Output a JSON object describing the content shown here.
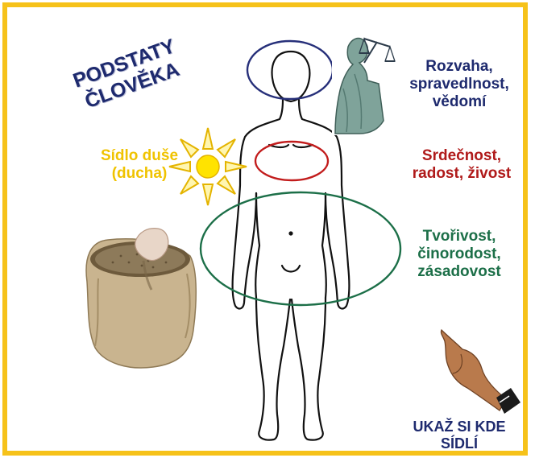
{
  "title": {
    "line1": "PODSTATY",
    "line2": "ČLOVĚKA"
  },
  "labels": {
    "mind": [
      "Rozvaha,",
      "spravedlnost,",
      "vědomí"
    ],
    "soul": [
      "Sídlo duše",
      "(ducha)"
    ],
    "heart": [
      "Srdečnost,",
      "radost, živost"
    ],
    "creative": [
      "Tvořivost,",
      "činorodost,",
      "zásadovost"
    ],
    "show": [
      "UKAŽ SI KDE",
      "SÍDLÍ"
    ]
  },
  "icons": {
    "justice": "justice-statue-icon",
    "sun": "sun-icon",
    "seeds": "seed-sack-icon",
    "hand": "pointing-hand-icon"
  },
  "colors": {
    "frame": "#f6c21a",
    "title": "#1e2a6e",
    "mind": "#1e2a6e",
    "soul": "#f0c300",
    "heart": "#b01a1a",
    "creative": "#1c6f48"
  }
}
